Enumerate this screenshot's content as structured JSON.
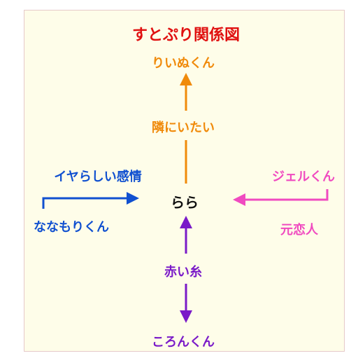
{
  "title": "すとぷり関係図",
  "center": "らら",
  "nodes": {
    "top": "りいぬくん",
    "bottom": "ころんくん",
    "left": "ななもりくん",
    "right": "ジェルくん"
  },
  "relations": {
    "top": "隣にいたい",
    "bottom": "赤い糸",
    "left": "イヤらしい感情",
    "right": "元恋人"
  },
  "colors": {
    "title": "#e01010",
    "top": "#f08a0a",
    "bottom": "#7a1ac8",
    "left": "#1050d0",
    "right": "#f04ac0",
    "center": "#111111",
    "panel": "#fefde9"
  }
}
